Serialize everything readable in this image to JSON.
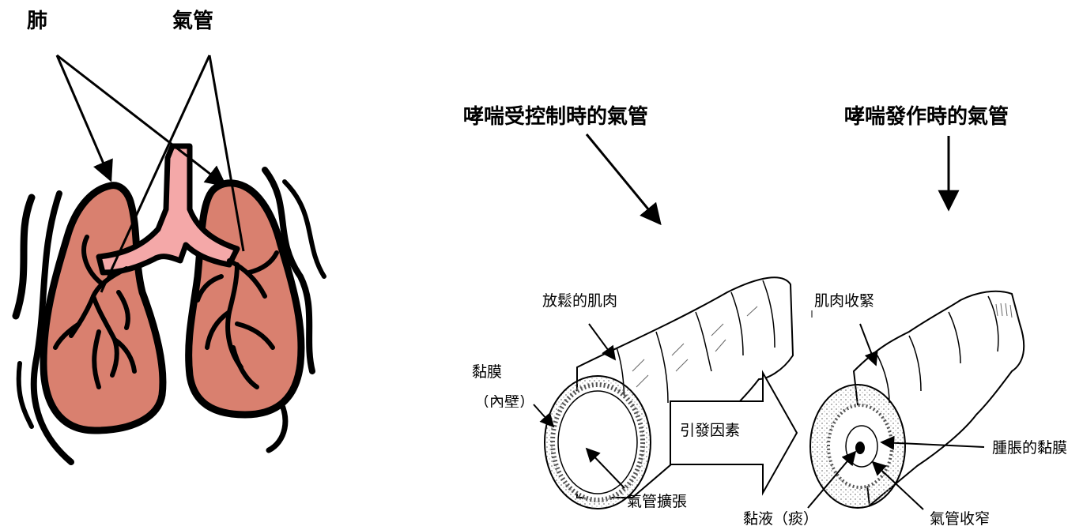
{
  "labels": {
    "lung": "肺",
    "trachea": "氣管",
    "controlled_title": "哮喘受控制時的氣管",
    "attack_title": "哮喘發作時的氣管",
    "relaxed_muscle": "放鬆的肌肉",
    "mucosa": "黏膜",
    "inner_wall": "（內壁）",
    "trigger": "引發因素",
    "dilated_airway": "氣管擴張",
    "muscle_contract": "肌肉收緊",
    "swollen_mucosa": "腫脹的黏膜",
    "mucus": "黏液（痰）",
    "narrowed_airway": "氣管收窄"
  },
  "colors": {
    "lung_fill": "#d9806f",
    "trachea_fill": "#f4a8a8",
    "outline": "#000000",
    "background": "#ffffff"
  }
}
